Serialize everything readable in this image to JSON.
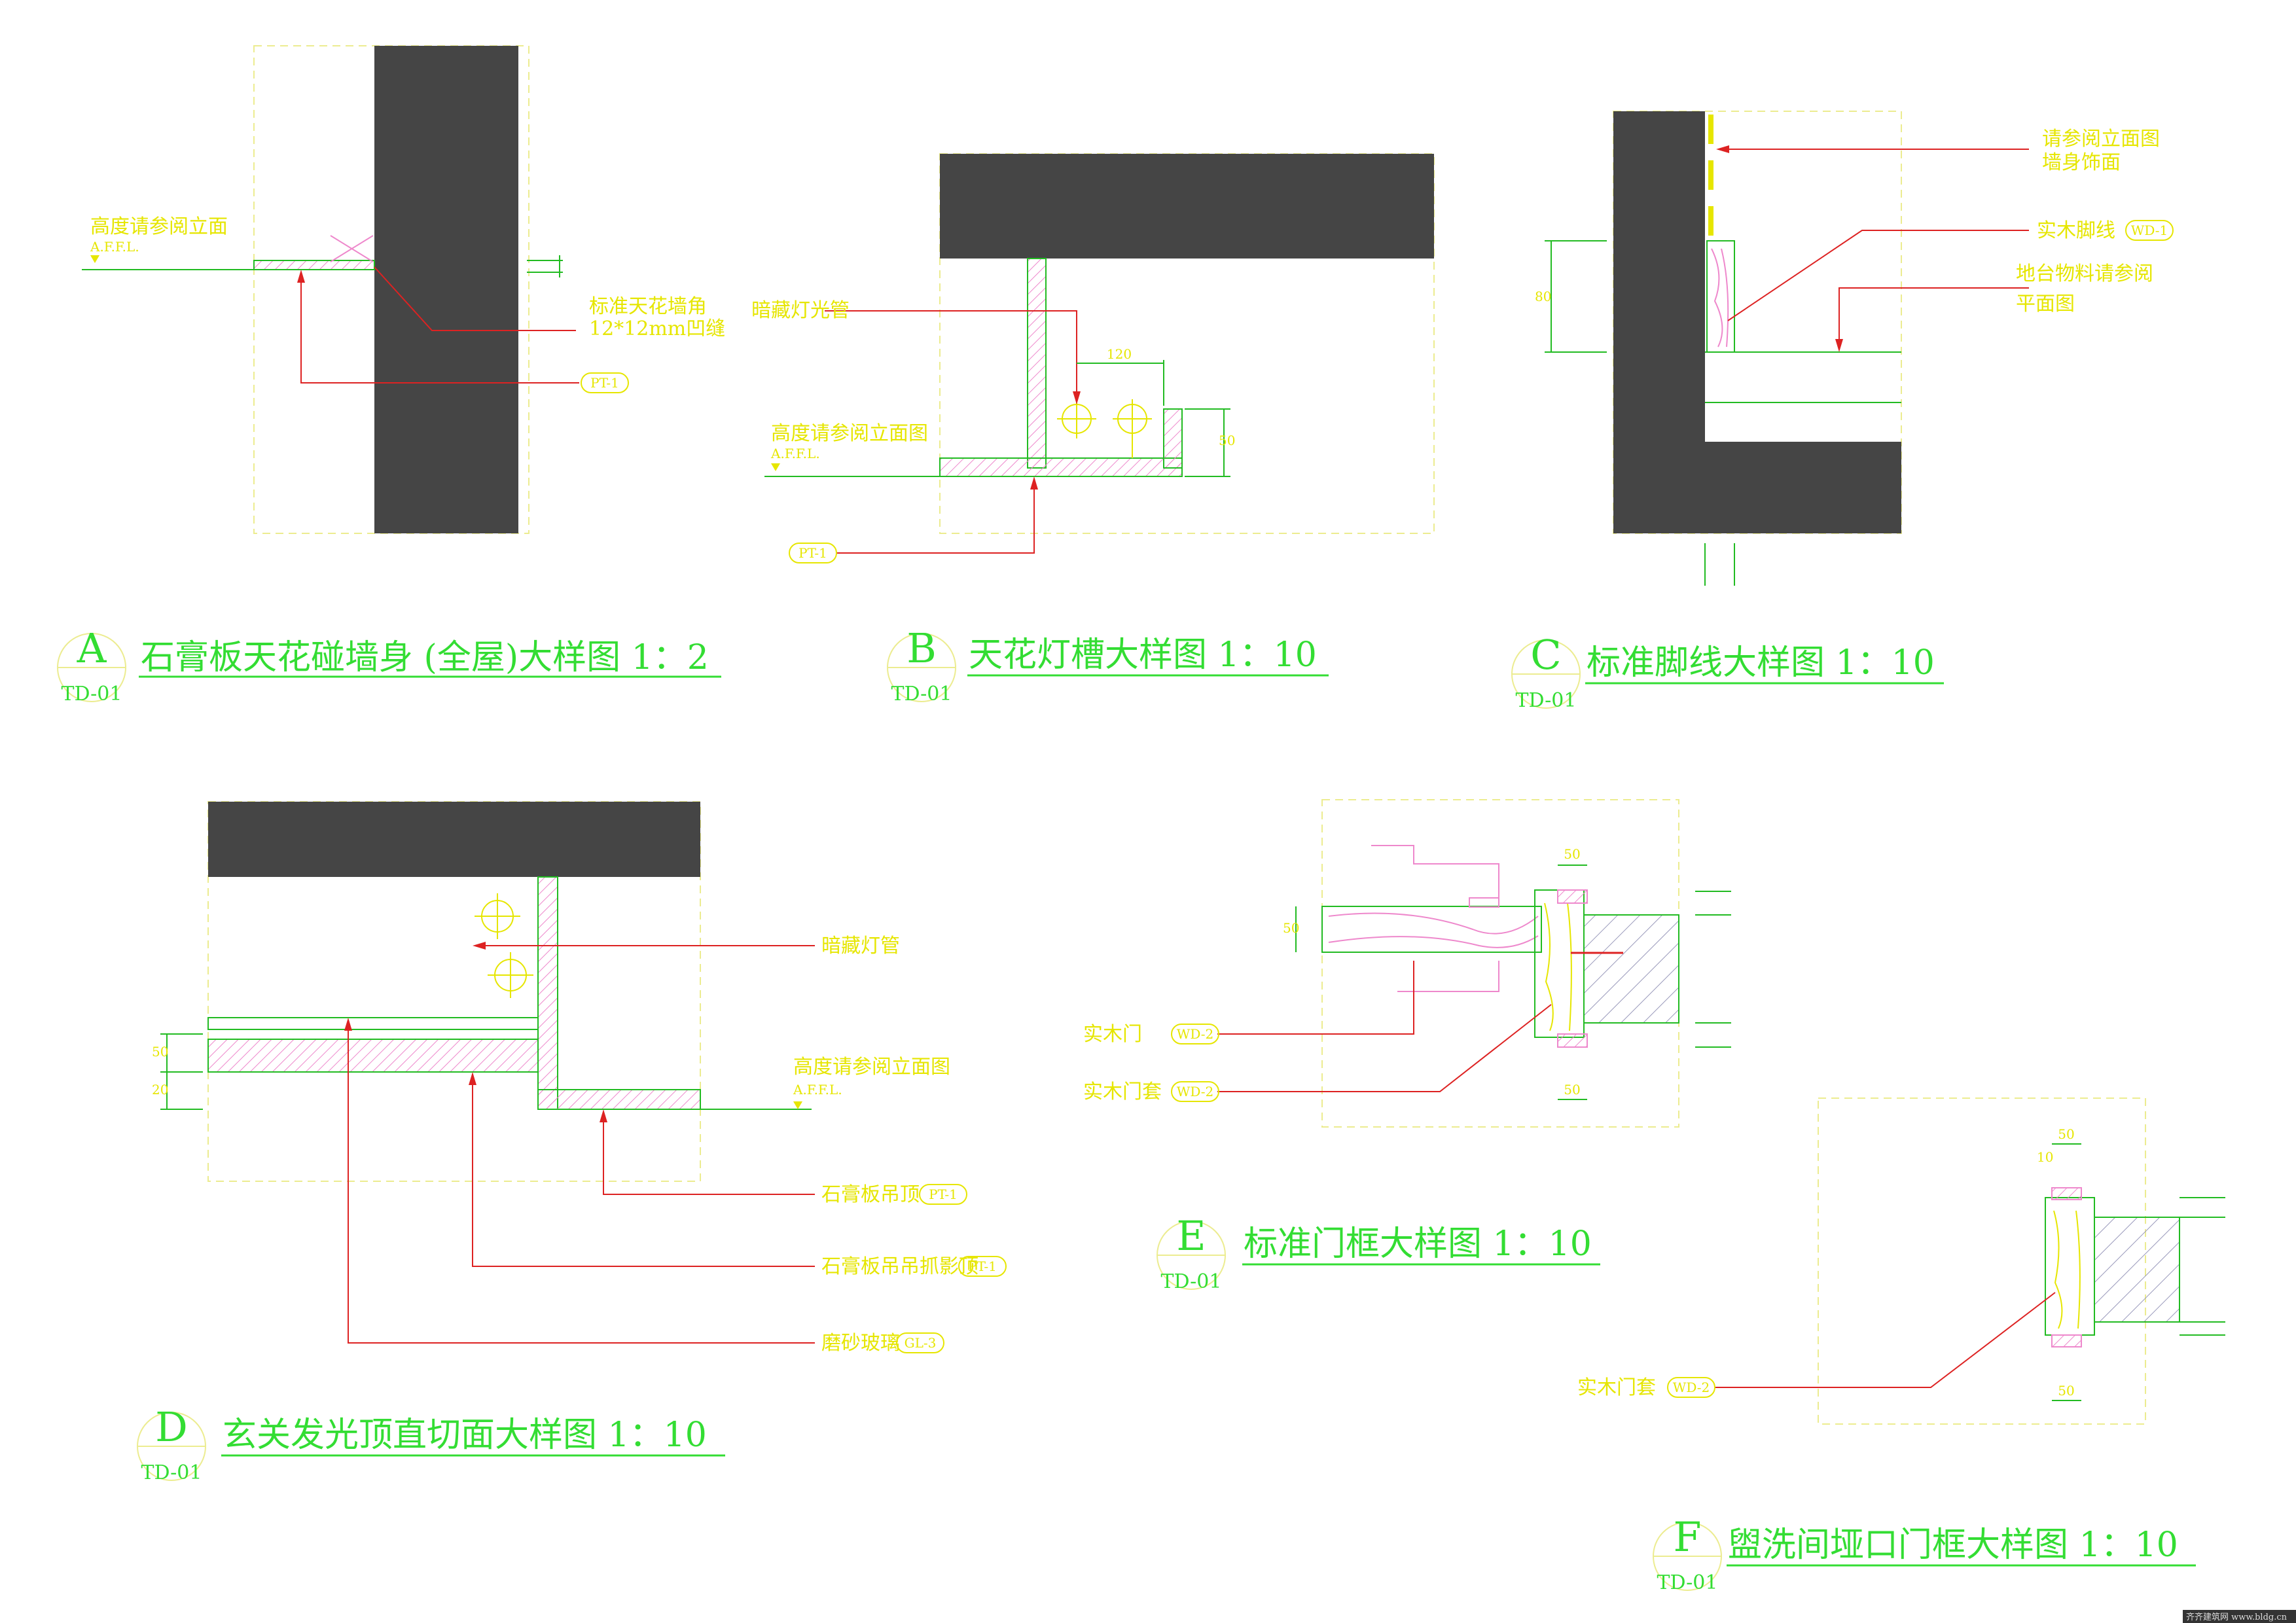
{
  "colors": {
    "wall": "#454545",
    "title": "#33dd33",
    "note": "#e6e600",
    "leader": "#dd2222",
    "hatch": "#ee88cc",
    "frame": "#ecec90",
    "line": "#22bb22"
  },
  "details": [
    {
      "tag": "A",
      "sheet": "TD-01",
      "title": "石膏板天花碰墙身 (全屋)大样图 1：2",
      "notes": [
        "高度请参阅立面",
        "A.F.F.L.",
        "标准天花墙角",
        "12*12mm凹缝",
        "PT-1"
      ]
    },
    {
      "tag": "B",
      "sheet": "TD-01",
      "title": "天花灯槽大样图 1：10",
      "notes": [
        "暗藏灯光管",
        "高度请参阅立面图",
        "A.F.F.L.",
        "PT-1",
        "120",
        "50"
      ]
    },
    {
      "tag": "C",
      "sheet": "TD-01",
      "title": "标准脚线大样图 1：10",
      "notes": [
        "请参阅立面图",
        "墙身饰面",
        "实木脚线",
        "WD-1",
        "地台物料请参阅",
        "平面图",
        "80"
      ]
    },
    {
      "tag": "D",
      "sheet": "TD-01",
      "title": "玄关发光顶直切面大样图 1：10",
      "notes": [
        "暗藏灯管",
        "高度请参阅立面图",
        "A.F.F.L.",
        "石膏板吊顶",
        "PT-1",
        "石膏板吊吊抓影顶",
        "PT-1",
        "磨砂玻璃",
        "GL-3",
        "50",
        "20"
      ]
    },
    {
      "tag": "E",
      "sheet": "TD-01",
      "title": "标准门框大样图 1：10",
      "notes": [
        "实木门",
        "WD-2",
        "实木门套",
        "WD-2",
        "50",
        "50",
        "50"
      ]
    },
    {
      "tag": "F",
      "sheet": "TD-01",
      "title": "盥洗间垭口门框大样图 1：10",
      "notes": [
        "实木门套",
        "WD-2",
        "50",
        "10",
        "50"
      ]
    }
  ],
  "watermark": "齐齐建筑网 www.bldg.cn"
}
